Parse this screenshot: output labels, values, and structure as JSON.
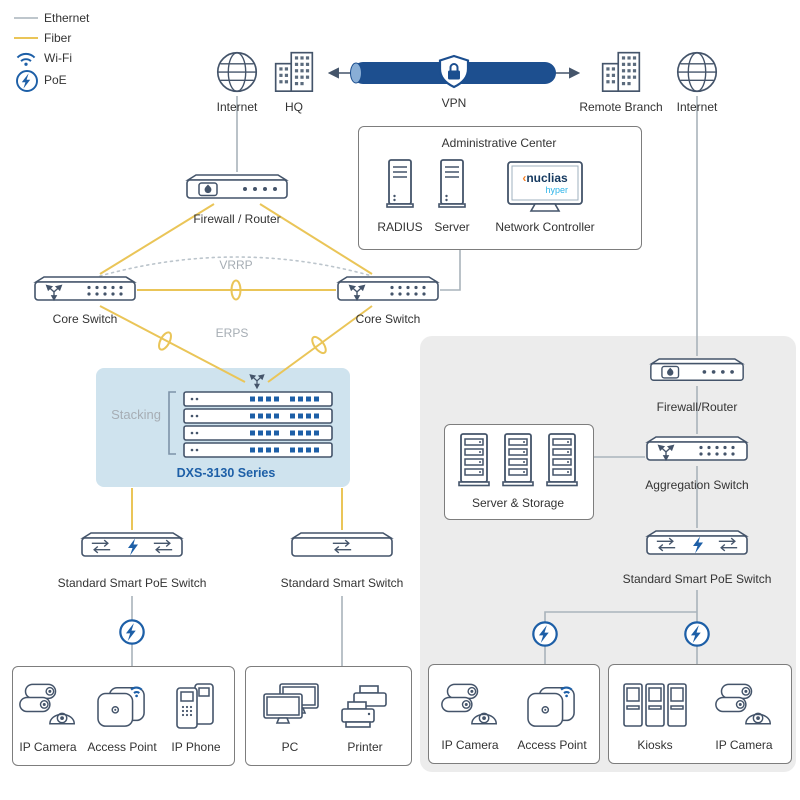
{
  "legend": {
    "ethernet": "Ethernet",
    "fiber": "Fiber",
    "wifi": "Wi-Fi",
    "poe": "PoE"
  },
  "top": {
    "internet_left": "Internet",
    "hq": "HQ",
    "vpn": "VPN",
    "remote_branch": "Remote Branch",
    "internet_right": "Internet"
  },
  "hq_site": {
    "firewall_label": "Firewall / Router",
    "admin": {
      "title": "Administrative Center",
      "radius": "RADIUS",
      "server": "Server",
      "controller": "Network Controller",
      "logo_angle": "‹",
      "logo_brand": "nuclias",
      "logo_sub": "hyper"
    },
    "core_left": "Core Switch",
    "core_right": "Core Switch",
    "vrrp": "VRRP",
    "erps": "ERPS",
    "stacking": "Stacking",
    "dxs_series": "DXS-3130 Series",
    "poe_switch": "Standard Smart PoE Switch",
    "smart_switch": "Standard Smart Switch",
    "group_a": {
      "ip_camera": "IP Camera",
      "access_point": "Access Point",
      "ip_phone": "IP Phone"
    },
    "group_b": {
      "pc": "PC",
      "printer": "Printer"
    }
  },
  "branch_site": {
    "firewall_label": "Firewall/Router",
    "aggregation": "Aggregation Switch",
    "server_storage": "Server & Storage",
    "poe_switch": "Standard Smart PoE Switch",
    "group_a": {
      "ip_camera": "IP Camera",
      "access_point": "Access Point"
    },
    "group_b": {
      "kiosks": "Kiosks",
      "ip_camera": "IP Camera"
    }
  },
  "colors": {
    "ethernet_line": "#a9b3bb",
    "fiber_line": "#eac558",
    "poe_blue": "#1d5fa7",
    "vpn_navy": "#1d4f8f",
    "device_ink": "#44546a",
    "branch_panel": "#ececec",
    "dxs_panel": "#cfe3ee"
  }
}
